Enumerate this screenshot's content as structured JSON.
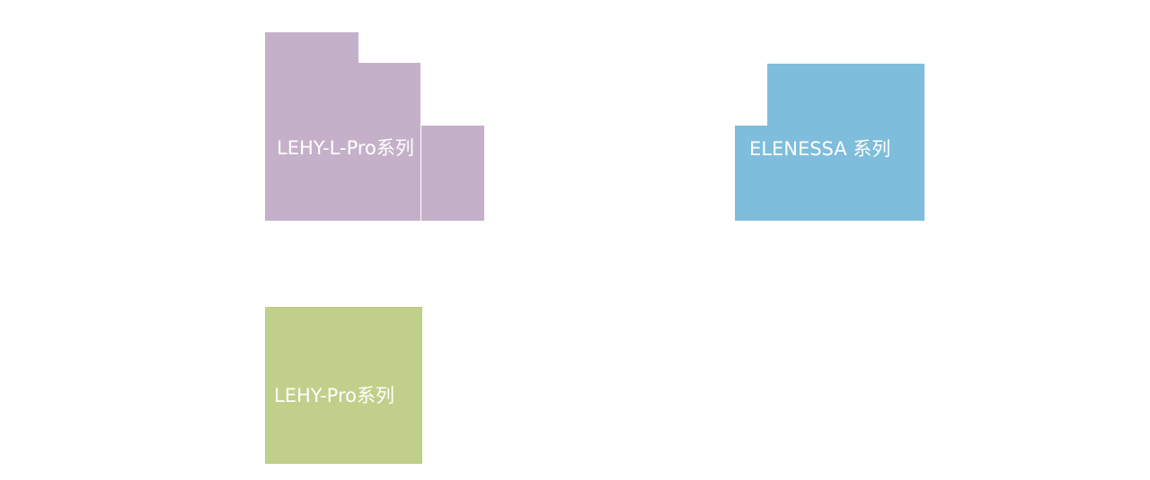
{
  "tiles": [
    {
      "label": "LEHY-L-Pro系列",
      "color": "#c4b1c9"
    },
    {
      "label": "ELENESSA 系列",
      "color": "#7fbddc"
    },
    {
      "label": "LEHY-Pro系列",
      "color": "#c0d08a"
    }
  ]
}
